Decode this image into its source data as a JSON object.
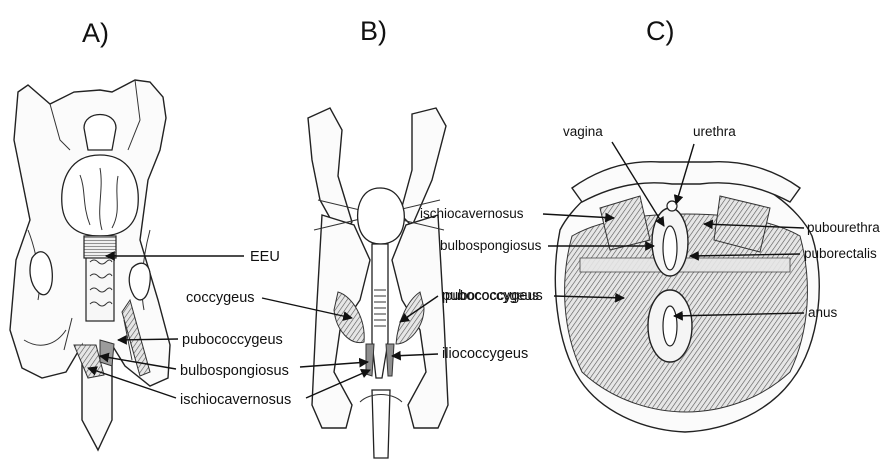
{
  "panels": [
    {
      "letter": "A)",
      "labels": {
        "eeu": "EEU",
        "pubococcygeus": "pubococcygeus",
        "bulbospongiosus": "bulbospongiosus",
        "ischiocavernosus": "ischiocavernosus"
      }
    },
    {
      "letter": "B)",
      "labels": {
        "coccygeus": "coccygeus",
        "pubococcygeus": "pubococcygeus",
        "iliococcygeus": "iliococcygeus"
      }
    },
    {
      "letter": "C)",
      "labels": {
        "vagina": "vagina",
        "urethra": "urethra",
        "ischiocavernosus": "ischiocavernosus",
        "bulbospongiosus": "bulbospongiosus",
        "pubourethra": "pubourethra",
        "puborectalis": "puborectalis",
        "pubococcygeus": "pubococcygeus",
        "anus": "anus"
      }
    }
  ]
}
